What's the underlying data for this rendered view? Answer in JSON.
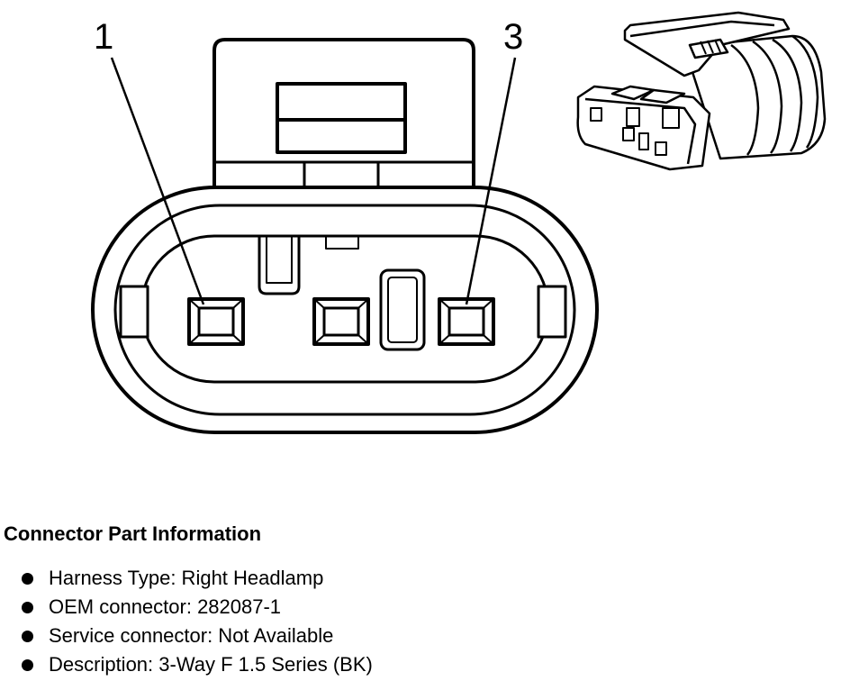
{
  "diagram": {
    "pin_labels": [
      "1",
      "3"
    ]
  },
  "info": {
    "title": "Connector Part Information",
    "items": [
      "Harness Type: Right Headlamp",
      "OEM connector: 282087-1",
      "Service connector: Not Available",
      "Description: 3-Way F 1.5 Series (BK)"
    ]
  },
  "colors": {
    "ink": "#000000",
    "background": "#ffffff"
  }
}
